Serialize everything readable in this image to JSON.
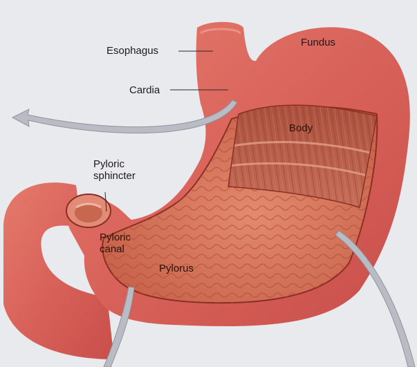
{
  "diagram": {
    "labels": {
      "fundus": "Fundus",
      "esophagus": "Esophagus",
      "cardia": "Cardia",
      "body": "Body",
      "pyloric_sphincter_line1": "Pyloric",
      "pyloric_sphincter_line2": "sphincter",
      "pyloric_canal_line1": "Pyloric",
      "pyloric_canal_line2": "canal",
      "pylorus": "Pylorus"
    },
    "colors": {
      "background": "#e9eaee",
      "tissue_outer": "#d9645a",
      "tissue_inner": "#e8877a",
      "muscle": "#b95a46",
      "mucosa": "#c75c45",
      "arrow": "#b9bcc4"
    }
  }
}
